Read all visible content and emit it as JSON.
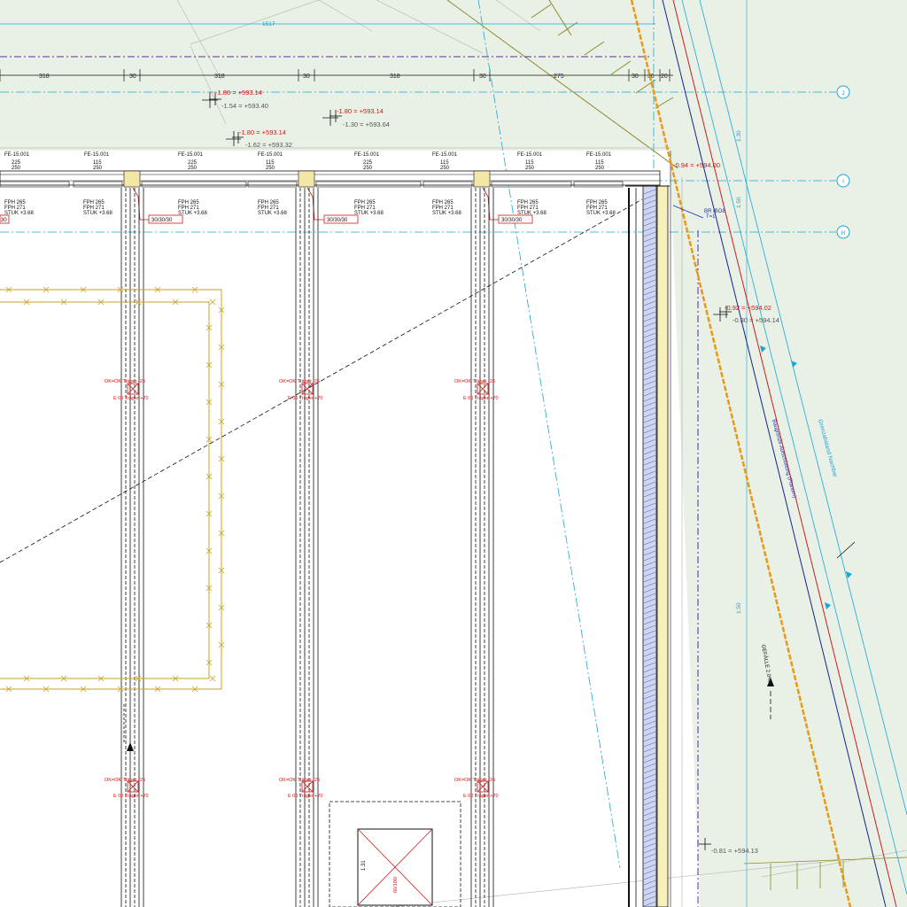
{
  "colors": {
    "terrain": "#e9f1e6",
    "cyan": "#1aa7d4",
    "purple": "#5b2aa6",
    "yellow": "#c9a227",
    "orange": "#e69a18",
    "red": "#d11a1a",
    "navy": "#15248f",
    "olive": "#8a8a2a",
    "black": "#111111"
  },
  "dimensions": {
    "top_total": "1517",
    "chain": [
      "318",
      "30",
      "318",
      "30",
      "318",
      "30",
      "275",
      "30",
      "30",
      "20"
    ]
  },
  "axis_bubbles": [
    "J",
    "I",
    "H"
  ],
  "spot_levels": [
    {
      "red": "-1.80 = +593.14",
      "gray": "-1.54 = +593.40"
    },
    {
      "red": "-1.80 = +593.14",
      "gray": "-1.30 = +593.64"
    },
    {
      "red": "-1.80 = +593.14",
      "gray": "-1.62 = +593.32"
    },
    {
      "red": "-0.94 = +594.00",
      "gray": ""
    },
    {
      "red": "-0.92 = +594.02",
      "gray": "-0.80 = +594.14"
    },
    {
      "red": "",
      "gray": "-0.81 = +594.13"
    }
  ],
  "window_tags": [
    "FE-15.001",
    "FE-15.001",
    "FE-15.001",
    "FE-15.001",
    "FE-15.001",
    "FE-15.001",
    "FE-15.001",
    "FE-15.001"
  ],
  "window_heights": [
    {
      "a": "225",
      "b": "250"
    },
    {
      "a": "115",
      "b": "250"
    },
    {
      "a": "225",
      "b": "250"
    },
    {
      "a": "115",
      "b": "250"
    },
    {
      "a": "225",
      "b": "250"
    },
    {
      "a": "115",
      "b": "250"
    },
    {
      "a": "115",
      "b": "250"
    },
    {
      "a": "115",
      "b": "250"
    }
  ],
  "sill_notes": [
    {
      "l1": "FPH 265",
      "l2": "FPH 271",
      "l3": "STUK +3.68"
    },
    {
      "l1": "FPH 265",
      "l2": "FPH 271",
      "l3": "STUK +3.68"
    },
    {
      "l1": "FPH 265",
      "l2": "FPH 271",
      "l3": "STUK +3.68"
    },
    {
      "l1": "FPH 265",
      "l2": "FPH 271",
      "l3": "STUK +3.68"
    },
    {
      "l1": "FPH 265",
      "l2": "FPH 271",
      "l3": "STUK +3.68"
    },
    {
      "l1": "FPH 265",
      "l2": "FPH 271",
      "l3": "STUK +3.68"
    }
  ],
  "column_tags": [
    "30/30/30",
    "30/30/30",
    "30/30/30",
    "30"
  ],
  "beam_notes": [
    {
      "a": "OK=OK Träger -25",
      "b": "E 00 Träger +70"
    },
    {
      "a": "OK=OK Träger -25",
      "b": "E 00 Träger +70"
    },
    {
      "a": "OK=OK Träger -25",
      "b": "E 00 Träger +70"
    },
    {
      "a": "OK=OK Träger -25",
      "b": "E 00 Träger +70"
    },
    {
      "a": "OK=OK Träger -25",
      "b": "E 00 Träger +70"
    },
    {
      "a": "OK=OK Träger -25",
      "b": "E 00 Träger +70"
    }
  ],
  "lot_dims": {
    "d1": "1.30",
    "d2": "1.50",
    "d3": "1.50"
  },
  "blue_note": {
    "l1": "BR /BO8",
    "l2": "T=1"
  },
  "site_labels": {
    "boundary_a": "Grenzabstand Nachbar",
    "boundary_b": "Baugrenze Aufschüttung (Planum)"
  },
  "slope_label": "GEFÄLLE 2.0%",
  "shaft_labels": {
    "a": "1.31",
    "b": "60/100/"
  }
}
